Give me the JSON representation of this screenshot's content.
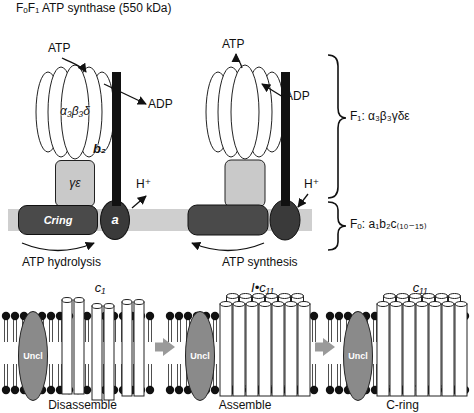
{
  "diagram": {
    "title": "FₒF₁ ATP synthase (550 kDa)",
    "nodes": [
      {
        "text": [
          "α₃β₃δ"
        ]
      },
      {
        "text": [
          "γε"
        ]
      },
      {
        "text": [
          "Cring"
        ]
      },
      {
        "text": [
          "a"
        ]
      },
      {
        "text": [
          "b₂"
        ]
      },
      {
        "text": [
          "c₁",
          "Disassemble"
        ]
      },
      {
        "text": [
          "Uncl"
        ],
        "in": 5
      },
      {
        "text": [
          "I•c₁₁",
          "Assemble"
        ]
      },
      {
        "text": [
          "Uncl"
        ],
        "in": 7
      },
      {
        "text": [
          "c₁₁",
          "C-ring"
        ]
      },
      {
        "text": [
          "Uncl"
        ],
        "in": 9
      }
    ],
    "edges": [
      {
        "from": 5,
        "to": 7,
        "arrow": "to"
      },
      {
        "from": 7,
        "to": 9,
        "arrow": "to"
      }
    ],
    "labels": [
      "ATP",
      "ADP",
      "H⁺",
      "ATP hydrolysis",
      "ATP",
      "ADP",
      "H⁺",
      "ATP synthesis",
      "F₁: α₃β₃γδε",
      "Fₒ: a₁b₂c₍₁₀₋₁₅₎"
    ]
  }
}
